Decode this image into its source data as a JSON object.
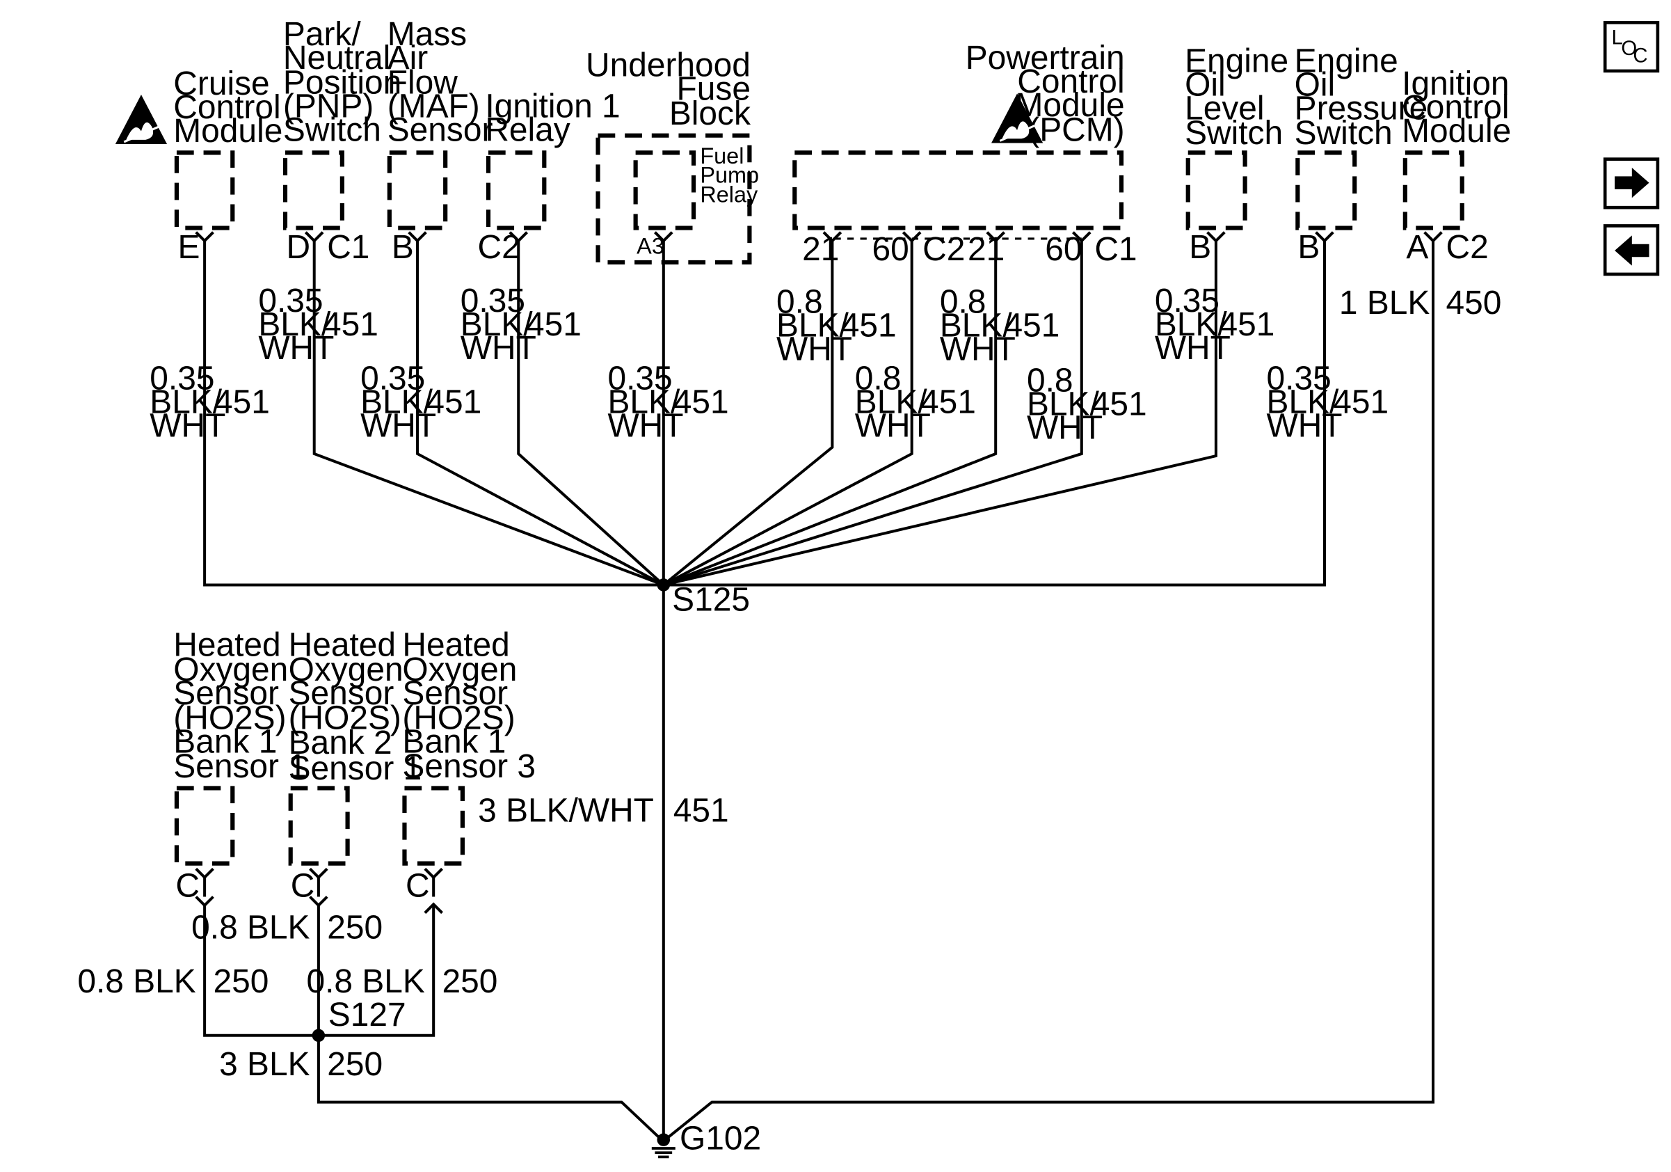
{
  "components": {
    "cruise": [
      "Cruise",
      "Control",
      "Module"
    ],
    "pnp": [
      "Park/",
      "Neutral",
      "Position",
      "(PNP)",
      "Switch"
    ],
    "maf": [
      "Mass",
      "Air",
      "Flow",
      "(MAF)",
      "Sensor"
    ],
    "ign_relay": [
      "Ignition 1",
      "Relay"
    ],
    "fuse_block": [
      "Underhood",
      "Fuse",
      "Block"
    ],
    "fuel_relay": [
      "Fuel",
      "Pump",
      "Relay"
    ],
    "pcm": [
      "Powertrain",
      "Control",
      "Module",
      "(PCM)"
    ],
    "oil_level": [
      "Engine",
      "Oil",
      "Level",
      "Switch"
    ],
    "oil_pressure": [
      "Engine",
      "Oil",
      "Pressure",
      "Switch"
    ],
    "icm": [
      "Ignition",
      "Control",
      "Module"
    ],
    "ho2s_11": [
      "Heated",
      "Oxygen",
      "Sensor",
      "(HO2S)",
      "Bank 1",
      "Sensor 1"
    ],
    "ho2s_21": [
      "Heated",
      "Oxygen",
      "Sensor",
      "(HO2S)",
      "Bank 2",
      "Sensor 1"
    ],
    "ho2s_13": [
      "Heated",
      "Oxygen",
      "Sensor",
      "(HO2S)",
      "Bank 1",
      "Sensor 3"
    ]
  },
  "pins": {
    "cruise": "E",
    "pnp_pin": "D",
    "pnp_conn": "C1",
    "maf": "B",
    "ign_relay": "C2",
    "fuel_relay": "A3",
    "pcm_a": "21",
    "pcm_b": "60",
    "pcm_c2": "C2",
    "pcm_c": "21",
    "pcm_d": "60",
    "pcm_c1": "C1",
    "oil_level": "B",
    "oil_pressure": "B",
    "icm_pin": "A",
    "icm_conn": "C2",
    "ho2s_11": "C",
    "ho2s_21": "C",
    "ho2s_13": "C"
  },
  "wires": {
    "cruise": {
      "size": "0.35",
      "color1": "BLK/",
      "color2": "WHT",
      "circuit": "451"
    },
    "pnp": {
      "size": "0.35",
      "color1": "BLK/",
      "color2": "WHT",
      "circuit": "451"
    },
    "maf": {
      "size": "0.35",
      "color1": "BLK/",
      "color2": "WHT",
      "circuit": "451"
    },
    "ign_relay": {
      "size": "0.35",
      "color1": "BLK/",
      "color2": "WHT",
      "circuit": "451"
    },
    "fuel_relay": {
      "size": "0.35",
      "color1": "BLK/",
      "color2": "WHT",
      "circuit": "451"
    },
    "pcm_a": {
      "size": "0.8",
      "color1": "BLK/",
      "color2": "WHT",
      "circuit": "451"
    },
    "pcm_b": {
      "size": "0.8",
      "color1": "BLK/",
      "color2": "WHT",
      "circuit": "451"
    },
    "pcm_c": {
      "size": "0.8",
      "color1": "BLK/",
      "color2": "WHT",
      "circuit": "451"
    },
    "pcm_d": {
      "size": "0.8",
      "color1": "BLK/",
      "color2": "WHT",
      "circuit": "451"
    },
    "oil_level": {
      "size": "0.35",
      "color1": "BLK/",
      "color2": "WHT",
      "circuit": "451"
    },
    "oil_pressure": {
      "size": "0.35",
      "color1": "BLK/",
      "color2": "WHT",
      "circuit": "451"
    },
    "icm": {
      "label": "1 BLK",
      "circuit": "450"
    },
    "main": {
      "label": "3 BLK/WHT",
      "circuit": "451"
    },
    "ho2s_21": {
      "label": "0.8 BLK",
      "circuit": "250"
    },
    "ho2s_11": {
      "label": "0.8 BLK",
      "circuit": "250"
    },
    "ho2s_13": {
      "label": "0.8 BLK",
      "circuit": "250"
    },
    "s127_g102": {
      "label": "3 BLK",
      "circuit": "250"
    }
  },
  "splices": {
    "s125": "S125",
    "s127": "S127"
  },
  "ground": "G102",
  "nav": {
    "loc_l": "L",
    "loc_o": "O",
    "loc_c": "C"
  },
  "icons": {
    "esd": "esd-warning-icon",
    "forward": "arrow-right-icon",
    "back": "arrow-left-icon",
    "ground": "ground-symbol-icon"
  }
}
